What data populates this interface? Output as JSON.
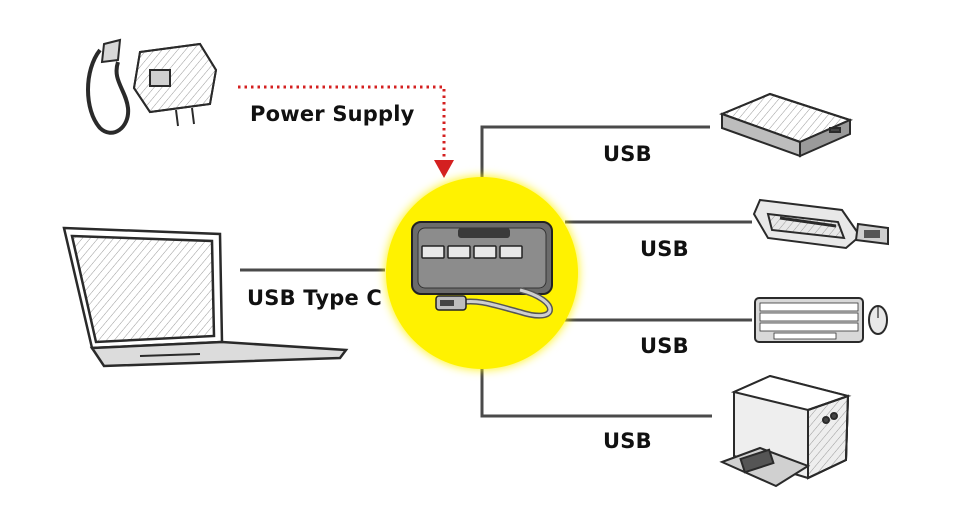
{
  "labels": {
    "power_supply": "Power Supply",
    "usb_type_c": "USB Type C",
    "usb_1": "USB",
    "usb_2": "USB",
    "usb_3": "USB",
    "usb_4": "USB"
  },
  "colors": {
    "hub_circle": "#fff200",
    "connector_line": "#4a4a4a",
    "power_arrow": "#d42020",
    "sketch_stroke": "#2a2a2a"
  },
  "icons": {
    "power_adapter": "power-adapter-icon",
    "laptop": "laptop-icon",
    "hub": "usb-hub-icon",
    "hard_drive": "external-hard-drive-icon",
    "card_reader": "card-reader-icon",
    "keyboard_mouse": "keyboard-mouse-icon",
    "printer": "printer-icon"
  }
}
